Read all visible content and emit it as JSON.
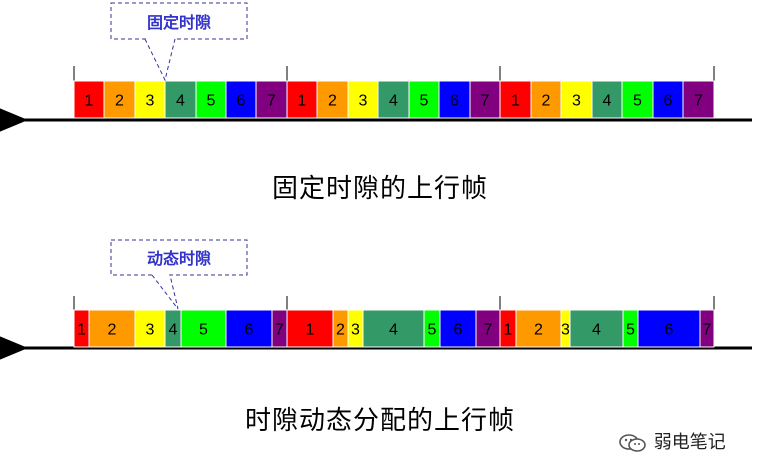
{
  "fixed": {
    "callout": "固定时隙",
    "caption": "固定时隙的上行帧",
    "slot_labels": [
      "1",
      "2",
      "3",
      "4",
      "5",
      "6",
      "7"
    ]
  },
  "dynamic": {
    "callout": "动态时隙",
    "caption": "时隙动态分配的上行帧",
    "slot_labels": [
      "1",
      "2",
      "3",
      "4",
      "5",
      "6",
      "7"
    ]
  },
  "watermark": {
    "text": "弱电笔记",
    "icon": "wechat-icon"
  },
  "colors": {
    "slot_1": "#ff0000",
    "slot_2": "#ff9900",
    "slot_3": "#ffff00",
    "slot_4": "#339966",
    "slot_5": "#00ff00",
    "slot_6": "#0000ff",
    "slot_7": "#800080",
    "callout_border": "#333399",
    "callout_text": "#3333cc"
  }
}
